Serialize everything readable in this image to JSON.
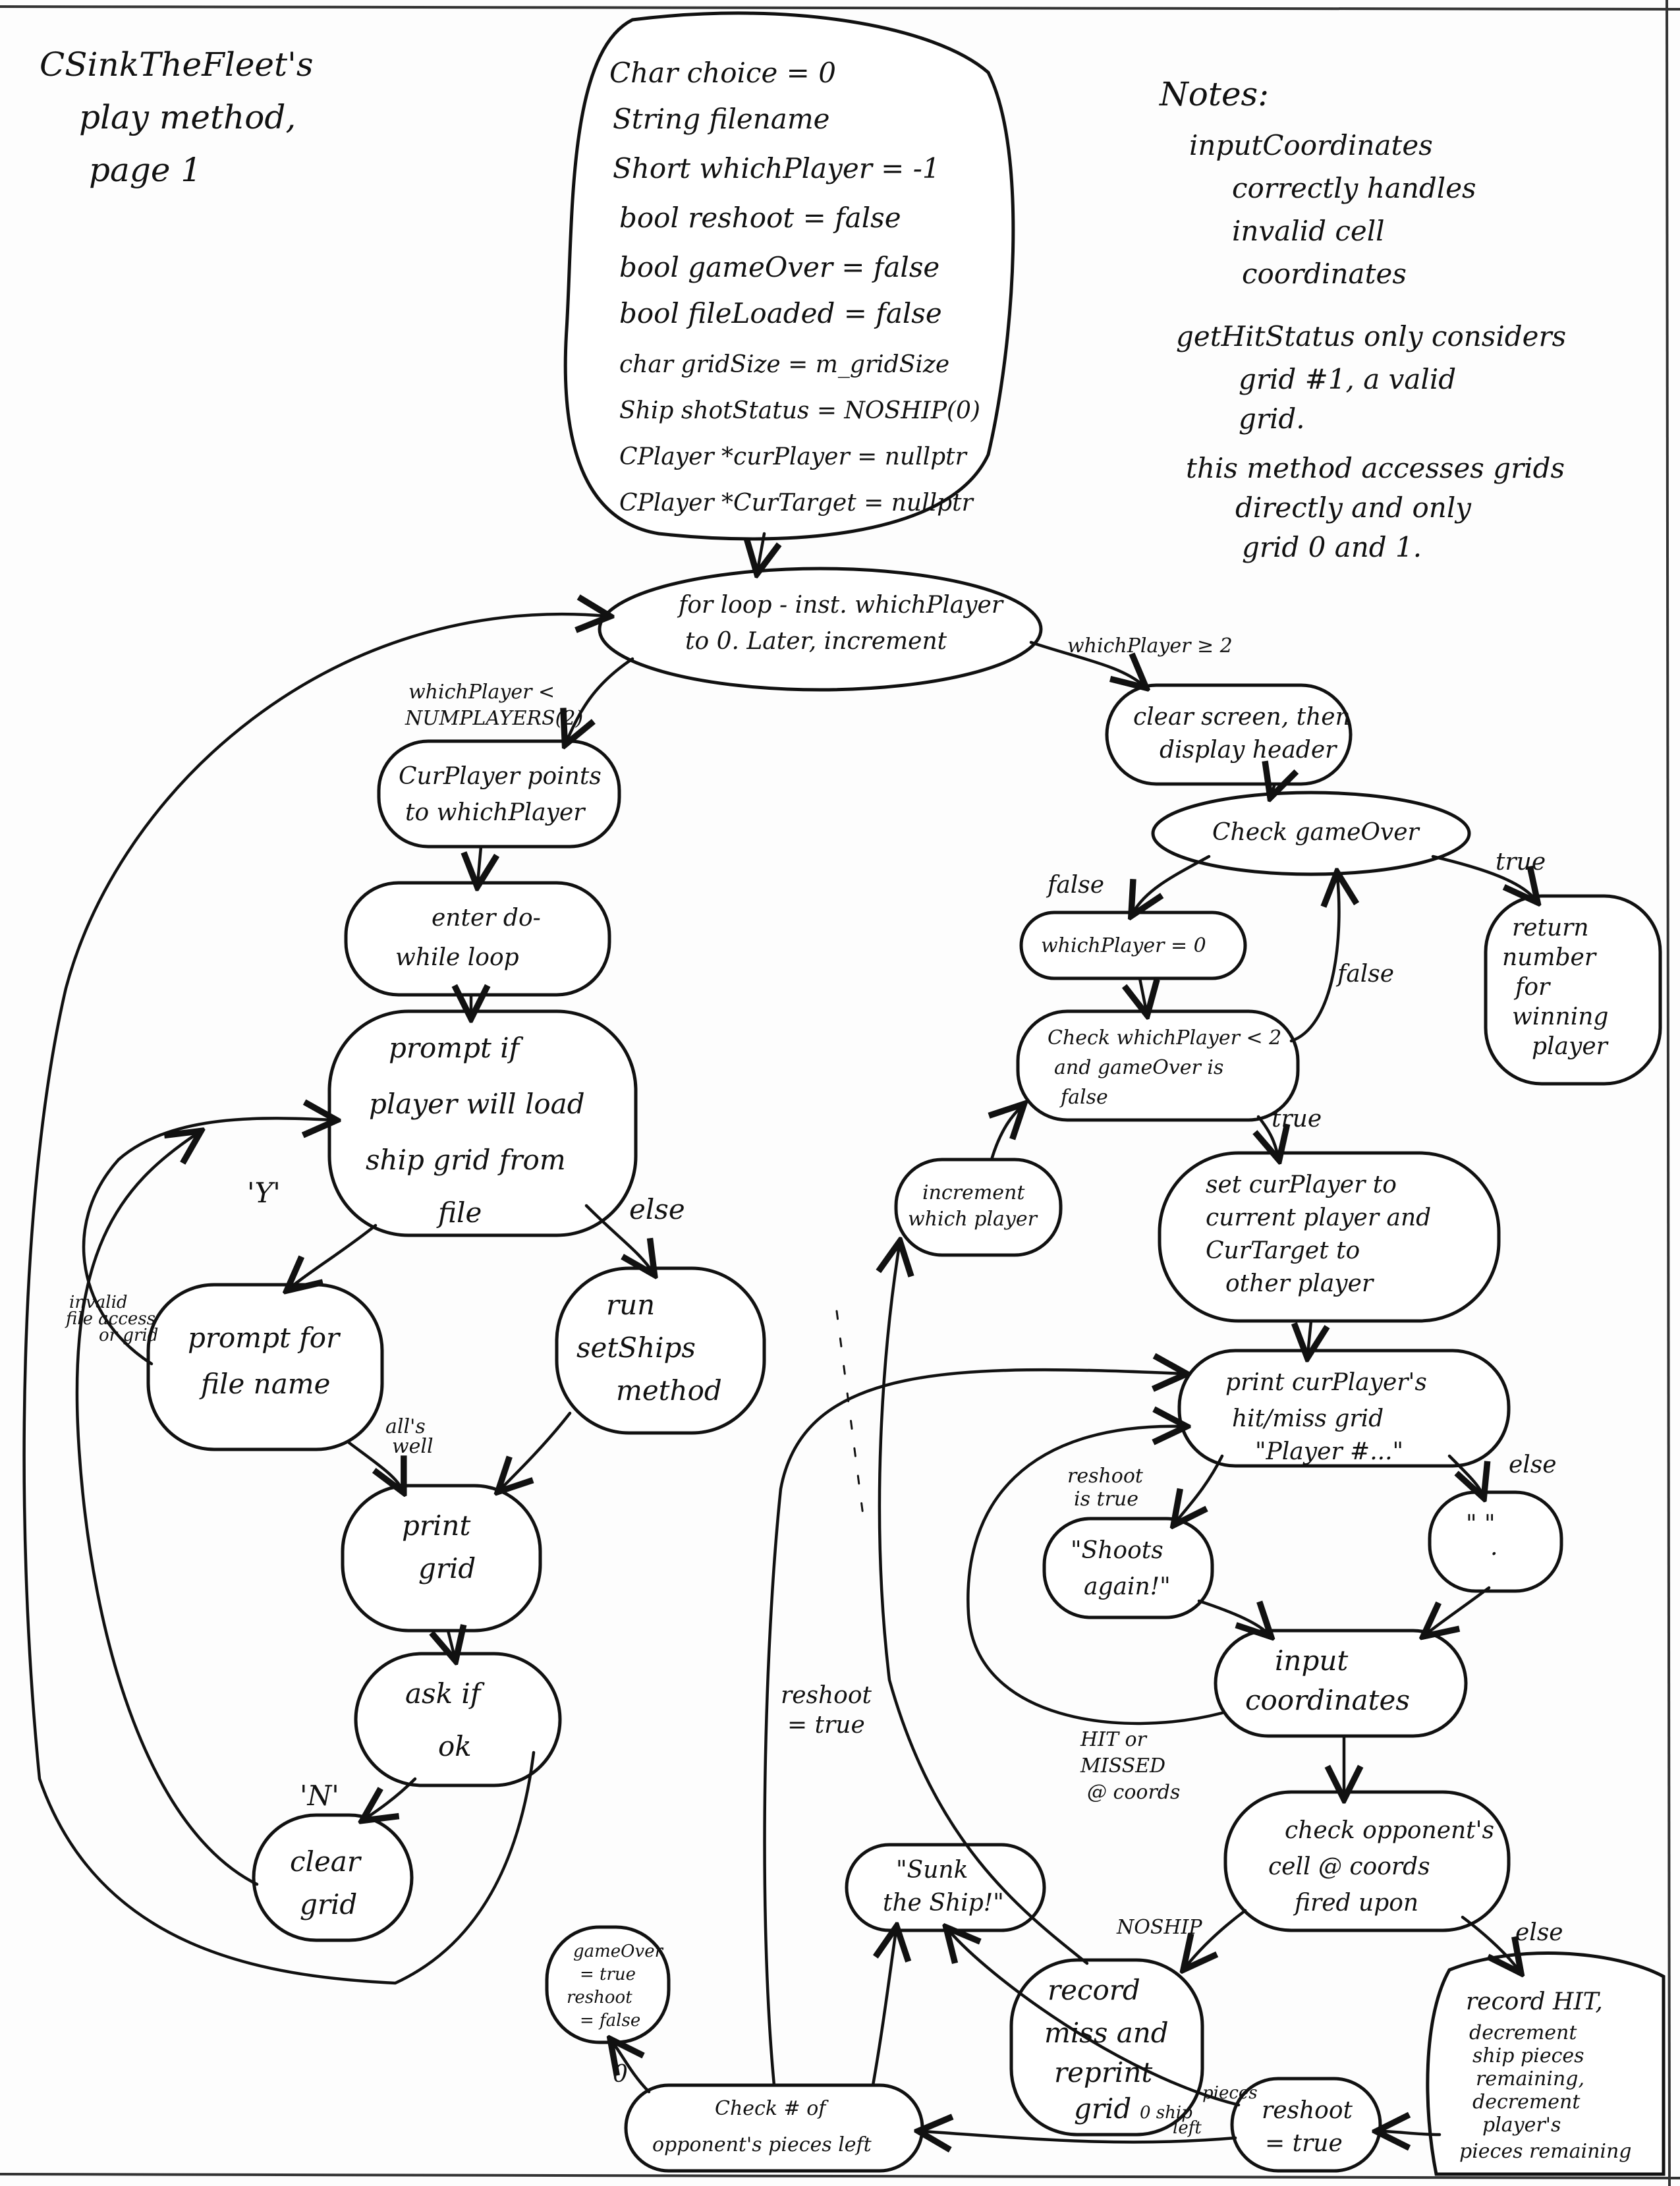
{
  "title": {
    "line1": "CSinkTheFleet's",
    "line2": "play method,",
    "line3": "page 1"
  },
  "notes": {
    "heading": "Notes:",
    "lines": [
      "inputCoordinates",
      "correctly handles",
      "invalid cell",
      "coordinates",
      "getHitStatus only considers",
      "grid #1, a valid",
      "grid.",
      "this method accesses grids",
      "directly and only",
      "grid 0 and 1."
    ]
  },
  "variables": [
    "Char  choice = 0",
    "String  filename",
    "Short  whichPlayer = -1",
    "bool  reshoot = false",
    "bool  gameOver = false",
    "bool  fileLoaded = false",
    "char  gridSize = m_gridSize",
    "Ship  shotStatus = NOSHIP(0)",
    "CPlayer *curPlayer = nullptr",
    "CPlayer *CurTarget = nullptr"
  ],
  "nodes": {
    "for_loop": [
      "for loop - inst. whichPlayer",
      "to 0. Later, increment"
    ],
    "cur_player": [
      "CurPlayer points",
      "to whichPlayer"
    ],
    "do_while": [
      "enter do-",
      "while loop"
    ],
    "prompt_load": [
      "prompt if",
      "player will load",
      "ship grid from",
      "file"
    ],
    "prompt_file": [
      "prompt for",
      "file name"
    ],
    "set_ships": [
      "run",
      "setShips",
      "method"
    ],
    "print_grid": [
      "print",
      "grid"
    ],
    "ask_ok": [
      "ask if",
      "ok"
    ],
    "clear_grid": [
      "clear",
      "grid"
    ],
    "clear_screen": [
      "clear screen, then",
      "display header"
    ],
    "check_gameover": [
      "Check gameOver"
    ],
    "return_winner": [
      "return",
      "number",
      "for",
      "winning",
      "player"
    ],
    "which_zero": [
      "whichPlayer = 0"
    ],
    "check_which": [
      "Check whichPlayer < 2",
      "and gameOver is",
      "false"
    ],
    "increment": [
      "increment",
      "which player"
    ],
    "set_cur": [
      "set curPlayer to",
      "current player and",
      "CurTarget to",
      "other player"
    ],
    "print_hitmiss": [
      "print curPlayer's",
      "hit/miss grid",
      "\"Player #...\""
    ],
    "shoots_again": [
      "\"Shoots",
      "again!\""
    ],
    "blank_quote": [
      "\"  \"",
      "."
    ],
    "input_coords": [
      "input",
      "coordinates"
    ],
    "check_cell": [
      "check opponent's",
      "cell @ coords",
      "fired upon"
    ],
    "record_miss": [
      "record",
      "miss and",
      "reprint",
      "grid"
    ],
    "record_hit": [
      "record HIT,",
      "decrement",
      "ship pieces",
      "remaining,",
      "decrement",
      "player's",
      "pieces remaining"
    ],
    "sunk": [
      "\"Sunk",
      "the Ship!\""
    ],
    "reshoot_true": [
      "reshoot",
      "= true"
    ],
    "gameover_true": [
      "gameOver",
      "= true",
      "reshoot",
      "= false"
    ],
    "check_pieces": [
      "Check # of",
      "opponent's pieces left"
    ]
  },
  "edge_labels": {
    "lt_two": [
      "whichPlayer <",
      "NUMPLAYERS(2)"
    ],
    "ge_two": "whichPlayer ≥ 2",
    "y": "'Y'",
    "else_left": "else",
    "invalid": [
      "invalid",
      "file access",
      "or grid"
    ],
    "alls_well": [
      "all's",
      "well"
    ],
    "n": "'N'",
    "true_right": "true",
    "false_left": "false",
    "false_back": "false",
    "true_down": "true",
    "reshoot_is_true": [
      "reshoot",
      "is true"
    ],
    "else_right": "else",
    "hit_missed": [
      "HIT or",
      "MISSED",
      "@ coords"
    ],
    "noship": "NOSHIP",
    "else_cell": "else",
    "zero_ship": [
      "0 ship",
      "left"
    ],
    "pieces": "pieces",
    "reshoot_eq_true": [
      "reshoot",
      "= true"
    ],
    "zero": "0"
  }
}
